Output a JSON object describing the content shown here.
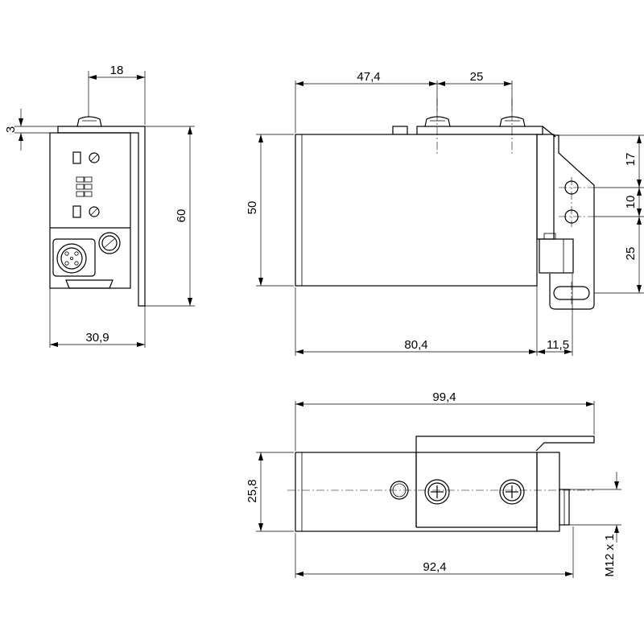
{
  "dimensions": {
    "front_bolt_spacing": "18",
    "front_bracket_thickness": "3",
    "front_height": "60",
    "front_width": "30,9",
    "side_bolt_offset": "47,4",
    "side_bolt_spacing": "25",
    "side_height": "50",
    "side_body_length": "80,4",
    "side_bracket_overhang": "11,5",
    "bracket_hole_top": "17",
    "bracket_hole_spacing": "10",
    "bracket_slot_offset": "25",
    "top_overall_length": "99,4",
    "top_width": "25,8",
    "top_body_length": "92,4",
    "connector_thread": "M12 x 1"
  }
}
